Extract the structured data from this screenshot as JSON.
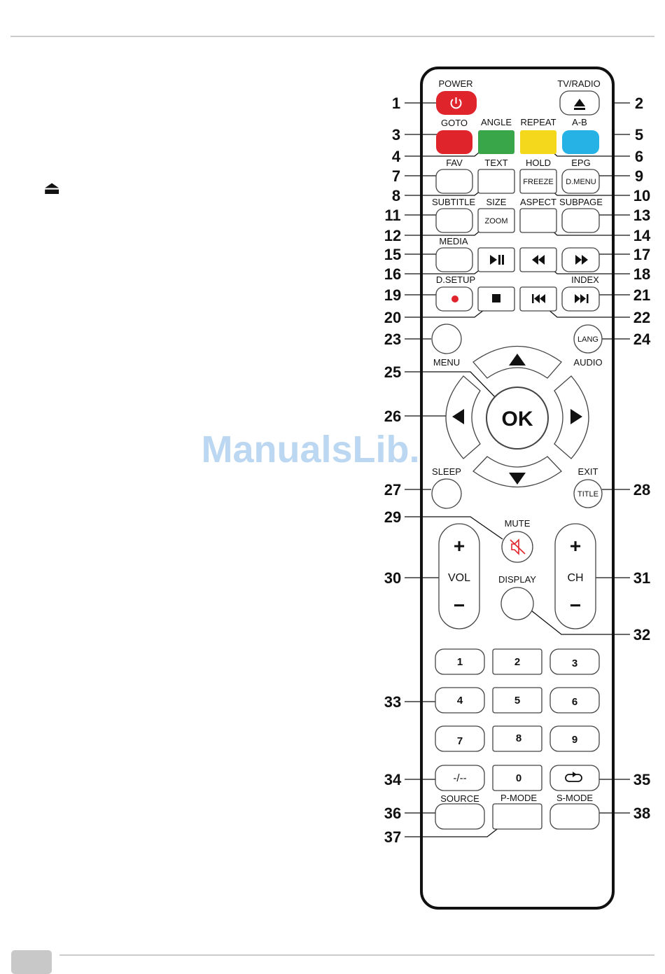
{
  "watermark": "ManualsLib.de",
  "eject_symbol": "⏏",
  "labels": {
    "power": "POWER",
    "tv_radio": "TV/RADIO",
    "goto": "GOTO",
    "angle": "ANGLE",
    "repeat": "REPEAT",
    "a_b": "A-B",
    "fav": "FAV",
    "text": "TEXT",
    "hold": "HOLD",
    "epg": "EPG",
    "freeze": "FREEZE",
    "d_menu": "D.MENU",
    "subtitle": "SUBTITLE",
    "size": "SIZE",
    "aspect": "ASPECT",
    "subpage": "SUBPAGE",
    "zoom": "ZOOM",
    "media": "MEDIA",
    "d_setup": "D.SETUP",
    "index": "INDEX",
    "menu": "MENU",
    "lang": "LANG",
    "audio": "AUDIO",
    "ok": "OK",
    "sleep": "SLEEP",
    "exit": "EXIT",
    "title": "TITLE",
    "mute": "MUTE",
    "vol": "VOL",
    "ch": "CH",
    "display": "DISPLAY",
    "plus": "+",
    "minus": "−",
    "dash": "-/--",
    "source": "SOURCE",
    "p_mode": "P-MODE",
    "s_mode": "S-MODE"
  },
  "digits": [
    "1",
    "2",
    "3",
    "4",
    "5",
    "6",
    "7",
    "8",
    "9",
    "0"
  ],
  "callouts": [
    "1",
    "2",
    "3",
    "4",
    "5",
    "6",
    "7",
    "8",
    "9",
    "10",
    "11",
    "12",
    "13",
    "14",
    "15",
    "16",
    "17",
    "18",
    "19",
    "20",
    "21",
    "22",
    "23",
    "24",
    "25",
    "26",
    "27",
    "28",
    "29",
    "30",
    "31",
    "32",
    "33",
    "34",
    "35",
    "36",
    "37",
    "38"
  ],
  "colors": {
    "red": "#e0242c",
    "green": "#3aa64a",
    "yellow": "#f3d81c",
    "blue": "#27b2e6"
  }
}
